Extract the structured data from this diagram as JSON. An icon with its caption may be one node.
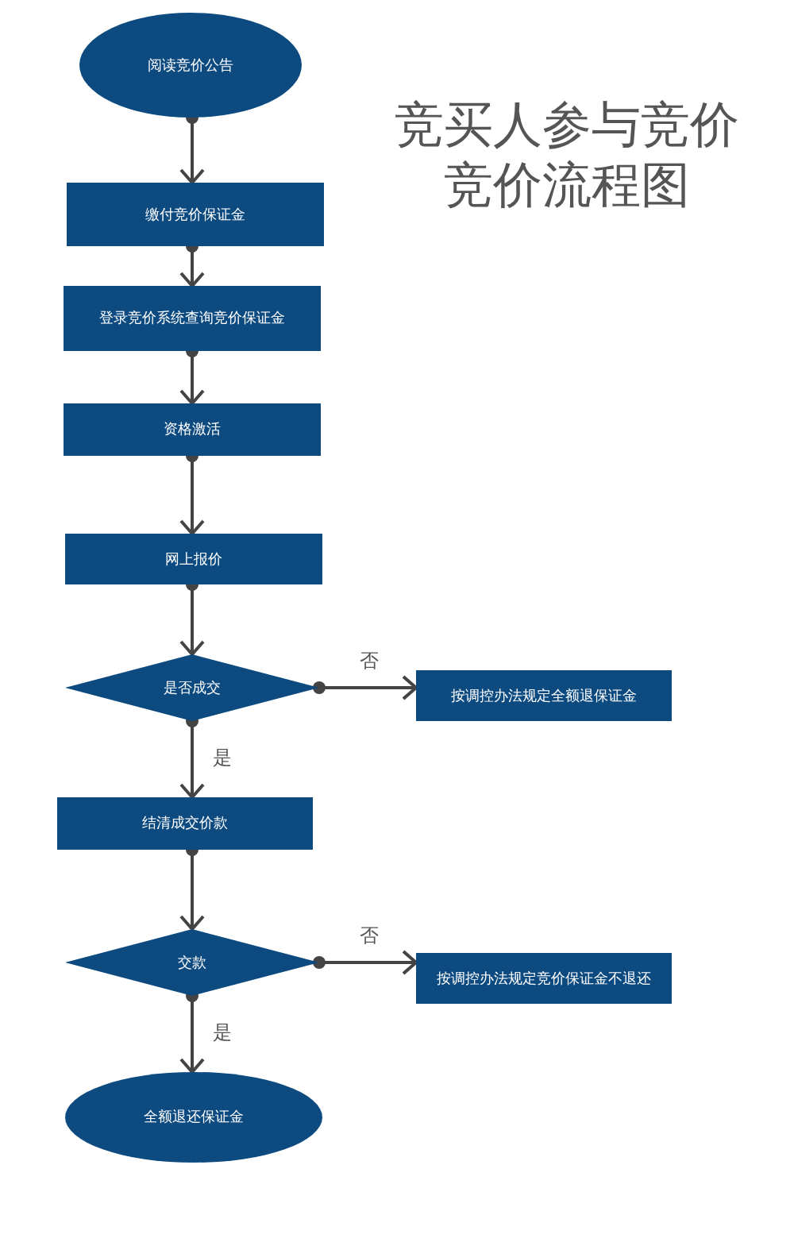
{
  "diagram": {
    "title": "竞买人参与竞价竞价流程图",
    "nodes": [
      {
        "text": [
          "阅读竞价公告"
        ]
      },
      {
        "text": [
          "缴付竞价保证金"
        ]
      },
      {
        "text": [
          "登录竞价系统查询竞价保证金"
        ]
      },
      {
        "text": [
          "资格激活"
        ]
      },
      {
        "text": [
          "网上报价"
        ]
      },
      {
        "text": [
          "是否成交"
        ]
      },
      {
        "text": [
          "按调控办法规定全额退保证金"
        ]
      },
      {
        "text": [
          "结清成交价款"
        ]
      },
      {
        "text": [
          "交款"
        ]
      },
      {
        "text": [
          "按调控办法规定竞价保证金不退还"
        ]
      },
      {
        "text": [
          "全额退还保证金"
        ]
      }
    ],
    "edges": [
      {
        "from": 0,
        "to": 1,
        "arrow": "to"
      },
      {
        "from": 1,
        "to": 2,
        "arrow": "to"
      },
      {
        "from": 2,
        "to": 3,
        "arrow": "to"
      },
      {
        "from": 3,
        "to": 4,
        "arrow": "to"
      },
      {
        "from": 4,
        "to": 5,
        "arrow": "to"
      },
      {
        "from": 5,
        "to": 6,
        "arrow": "to",
        "label": "否"
      },
      {
        "from": 5,
        "to": 7,
        "arrow": "to",
        "label": "是"
      },
      {
        "from": 7,
        "to": 8,
        "arrow": "to"
      },
      {
        "from": 8,
        "to": 9,
        "arrow": "to",
        "label": "否"
      },
      {
        "from": 8,
        "to": 10,
        "arrow": "to",
        "label": "是"
      }
    ]
  }
}
